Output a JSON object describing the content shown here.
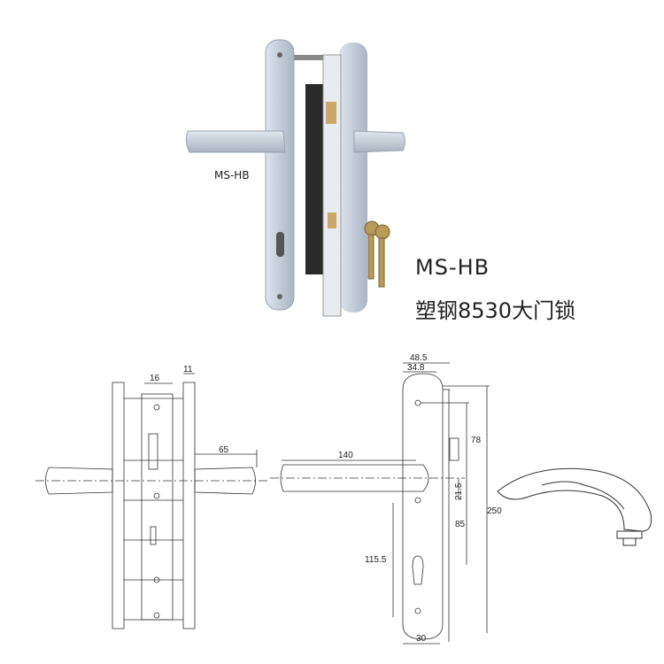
{
  "product": {
    "photo_label": "MS-HB",
    "model": "MS-HB",
    "name": "塑钢8530大门锁"
  },
  "side_view": {
    "dims": [
      "16",
      "11",
      "65"
    ]
  },
  "front_view": {
    "dims": [
      "48.5",
      "34.8",
      "140",
      "78",
      "21.5",
      "85",
      "250",
      "115.5",
      "30"
    ]
  },
  "colors": {
    "plate": "#c9d3de",
    "mortise": "#2a2a2a",
    "line": "#333333"
  }
}
